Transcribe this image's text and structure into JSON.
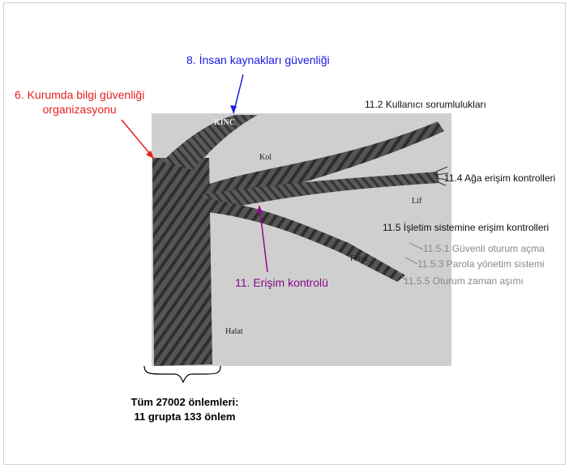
{
  "labels": {
    "org": "6. Kurumda bilgi güvenliği\norganizasyonu",
    "hr": "8. İnsan kaynakları güvenliği",
    "access": "11. Erişim kontrolü",
    "user_resp": "11.2 Kullanıcı sorumlulukları",
    "network": "11.4 Ağa erişim kontrolleri",
    "os": "11.5 İşletim sistemine erişim kontrolleri",
    "sub1": "11.5.1 Güvenli oturum açma",
    "sub3": "11.5.3 Parola yönetim sistemi",
    "sub5": "11.5.5 Oturum zaman aşımı"
  },
  "rope_words": {
    "kol": "Kol",
    "lif": "Lif",
    "flasa": "Flasa",
    "halat": "Halat",
    "stamp": "KINC"
  },
  "summary": {
    "line1": "Tüm 27002 önlemleri:",
    "line2": "11 grupta 133 önlem"
  },
  "colors": {
    "red": "#e81e1e",
    "blue": "#1a1ae0",
    "purple": "#8a0a8a",
    "rope_bg": "#c8c8c8",
    "rope": "#4a4a4a"
  }
}
